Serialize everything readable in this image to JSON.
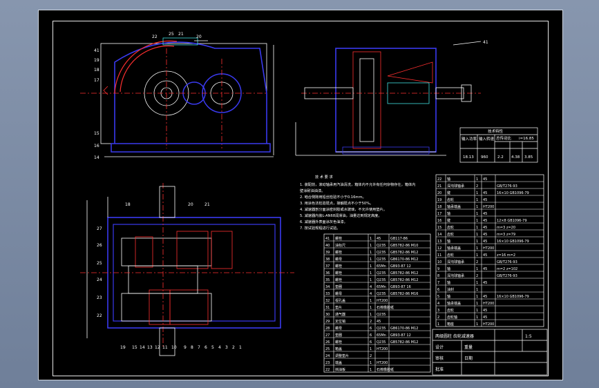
{
  "colors": {
    "background": "#000000",
    "line": "#ffffff",
    "outline": "#3a3af0",
    "hatch": "#ff3030",
    "accent": "#40e0e0",
    "frame": "#e8e8e8",
    "desktop": "#7d8ea8"
  },
  "labels": {
    "top_left": [
      "41",
      "22",
      "25",
      "21",
      "20",
      "19",
      "18",
      "17",
      "15",
      "16",
      "14"
    ],
    "top_right": [
      "41"
    ],
    "bottom_left_top": [
      "18",
      "20",
      "21"
    ],
    "bottom_left_side": [
      "27",
      "26",
      "25",
      "24",
      "23",
      "22"
    ],
    "bottom_left_bottom": [
      "19",
      "15",
      "14",
      "13",
      "12",
      "11",
      "10",
      "9",
      "8",
      "7",
      "6",
      "5",
      "4",
      "3",
      "2",
      "1"
    ]
  },
  "tech_table": {
    "title": "技术特性",
    "row1": [
      "输入功率",
      "输入转速",
      "总传动比",
      "i=16.85"
    ],
    "row2": [
      "18.13",
      "960",
      "2.2",
      "4.38",
      "3.85"
    ]
  },
  "notes": {
    "title": "技 术 要 求",
    "lines": [
      "1. 装配前，滚动轴承用汽油清洗，箱体内不允许有任何杂物存在，箱体内",
      "   壁涂耐油油漆。",
      "2. 啮合侧隙用铅丝检验不小于0.16mm。",
      "3. 用涂色法检验斑点，接触斑点不小于50%。",
      "4. 减速器剖分面涂密封胶或水玻璃，不允许使用垫片。",
      "5. 减速器内装L-AN68润滑油，油量达到规定高度。",
      "6. 减速器外表面涂灰色油漆。",
      "7. 按试验规程进行试验。"
    ]
  },
  "parts_right": [
    {
      "no": "22",
      "name": "轴",
      "qty": "1",
      "mat": "45",
      "std": ""
    },
    {
      "no": "21",
      "name": "深沟球轴承",
      "qty": "2",
      "mat": "",
      "std": "GB/T276-93"
    },
    {
      "no": "20",
      "name": "键",
      "qty": "1",
      "mat": "45",
      "std": "16×10 GB1096-79"
    },
    {
      "no": "19",
      "name": "齿轮",
      "qty": "1",
      "mat": "45",
      "std": ""
    },
    {
      "no": "18",
      "name": "轴承端盖",
      "qty": "1",
      "mat": "HT200",
      "std": ""
    },
    {
      "no": "17",
      "name": "轴",
      "qty": "1",
      "mat": "45",
      "std": ""
    },
    {
      "no": "16",
      "name": "键",
      "qty": "1",
      "mat": "45",
      "std": "12×8 GB1096-79"
    },
    {
      "no": "15",
      "name": "齿轮",
      "qty": "1",
      "mat": "45",
      "std": "m=3 z=20"
    },
    {
      "no": "14",
      "name": "齿轮",
      "qty": "1",
      "mat": "45",
      "std": "m=3 z=79"
    },
    {
      "no": "13",
      "name": "轴",
      "qty": "1",
      "mat": "45",
      "std": "16×10 GB1096-79"
    },
    {
      "no": "12",
      "name": "轴承端盖",
      "qty": "1",
      "mat": "HT200",
      "std": ""
    },
    {
      "no": "11",
      "name": "齿轮",
      "qty": "1",
      "mat": "45",
      "std": "z=16 m=2"
    },
    {
      "no": "10",
      "name": "深沟球轴承",
      "qty": "2",
      "mat": "",
      "std": "GB/T276-93"
    },
    {
      "no": "9",
      "name": "轴",
      "qty": "1",
      "mat": "45",
      "std": "m=2 z=102"
    },
    {
      "no": "8",
      "name": "深沟球轴承",
      "qty": "2",
      "mat": "",
      "std": "GB/T276-93"
    },
    {
      "no": "7",
      "name": "轴",
      "qty": "1",
      "mat": "45",
      "std": ""
    },
    {
      "no": "6",
      "name": "油封",
      "qty": "1",
      "mat": "",
      "std": ""
    },
    {
      "no": "5",
      "name": "轴",
      "qty": "1",
      "mat": "45",
      "std": "16×10 GB1096-79"
    },
    {
      "no": "4",
      "name": "轴承端盖",
      "qty": "1",
      "mat": "HT200",
      "std": ""
    },
    {
      "no": "3",
      "name": "齿轮",
      "qty": "1",
      "mat": "45",
      "std": ""
    },
    {
      "no": "2",
      "name": "齿轮轴",
      "qty": "1",
      "mat": "45",
      "std": ""
    },
    {
      "no": "1",
      "name": "箱座",
      "qty": "1",
      "mat": "HT200",
      "std": ""
    }
  ],
  "parts_left": [
    {
      "no": "41",
      "name": "螺栓",
      "qty": "1",
      "mat": "45",
      "std": "GB117-86"
    },
    {
      "no": "40",
      "name": "油标尺",
      "qty": "1",
      "mat": "Q235",
      "std": "GB5782-86 M10"
    },
    {
      "no": "39",
      "name": "螺栓",
      "qty": "1",
      "mat": "Q235",
      "std": "GB5782-86 M12"
    },
    {
      "no": "38",
      "name": "螺母",
      "qty": "1",
      "mat": "Q235",
      "std": "GB6170-86 M12"
    },
    {
      "no": "37",
      "name": "螺栓",
      "qty": "1",
      "mat": "65Mn",
      "std": "GB93-87 12"
    },
    {
      "no": "36",
      "name": "螺栓",
      "qty": "1",
      "mat": "Q235",
      "std": "GB5782-86 M12"
    },
    {
      "no": "35",
      "name": "螺栓",
      "qty": "1",
      "mat": "Q235",
      "std": "GB5782-86 M12"
    },
    {
      "no": "34",
      "name": "垫圈",
      "qty": "4",
      "mat": "65Mn",
      "std": "GB93-87 16"
    },
    {
      "no": "33",
      "name": "螺母",
      "qty": "4",
      "mat": "Q235",
      "std": "GB5782-86 M16"
    },
    {
      "no": "32",
      "name": "视孔盖",
      "qty": "1",
      "mat": "HT200",
      "std": ""
    },
    {
      "no": "31",
      "name": "垫片",
      "qty": "1",
      "mat": "石棉橡胶纸",
      "std": ""
    },
    {
      "no": "30",
      "name": "通气器",
      "qty": "1",
      "mat": "Q235",
      "std": ""
    },
    {
      "no": "29",
      "name": "定位销",
      "qty": "2",
      "mat": "45",
      "std": ""
    },
    {
      "no": "28",
      "name": "螺母",
      "qty": "6",
      "mat": "Q235",
      "std": "GB6170-86 M12"
    },
    {
      "no": "27",
      "name": "垫圈",
      "qty": "6",
      "mat": "65Mn",
      "std": "GB93-87 12"
    },
    {
      "no": "26",
      "name": "螺栓",
      "qty": "6",
      "mat": "Q235",
      "std": "GB5782-86 M12"
    },
    {
      "no": "25",
      "name": "箱盖",
      "qty": "1",
      "mat": "HT200",
      "std": ""
    },
    {
      "no": "24",
      "name": "调整垫片",
      "qty": "2",
      "mat": "",
      "std": ""
    },
    {
      "no": "23",
      "name": "端盖",
      "qty": "1",
      "mat": "HT200",
      "std": ""
    },
    {
      "no": "22",
      "name": "挡油板",
      "qty": "1",
      "mat": "石棉橡胶纸",
      "std": ""
    }
  ],
  "title_block": {
    "name": "两级圆柱 齿轮减速器",
    "scale": "1:5",
    "drawn": "设计",
    "checked": "审核",
    "approved": "批准",
    "weight": "重量",
    "date": "日期"
  }
}
